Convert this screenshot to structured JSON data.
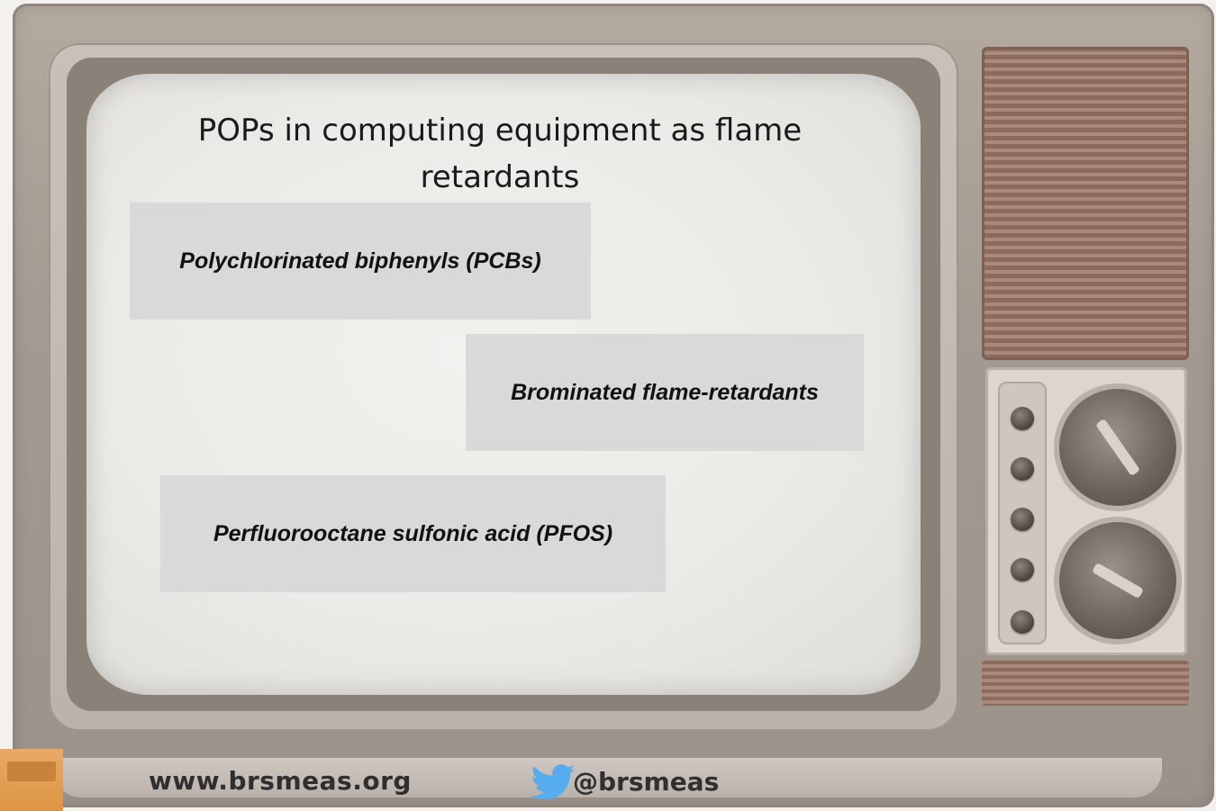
{
  "slide": {
    "title": "POPs in computing equipment as flame retardants",
    "items": [
      {
        "label": "Polychlorinated biphenyls (PCBs)"
      },
      {
        "label": "Brominated flame-retardants"
      },
      {
        "label": "Perfluorooctane sulfonic acid (PFOS)"
      }
    ]
  },
  "footer": {
    "website": "www.brsmeas.org",
    "twitter_handle": "@brsmeas",
    "twitter_icon": "twitter-bird-icon"
  },
  "colors": {
    "item_box": "#d9d9d9",
    "twitter_blue": "#55acee",
    "footer_accent": "#dd9443"
  }
}
